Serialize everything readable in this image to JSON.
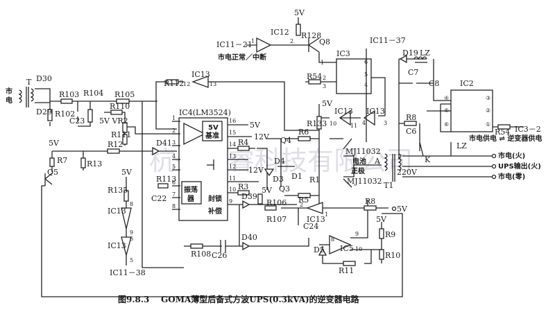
{
  "figure": {
    "number": "图9.8.3",
    "caption": "GOMA薄型后备式方波UPS(0.3kVA)的逆变器电路",
    "watermark": "杭州将睿科技有限公司"
  },
  "labels": {
    "mains": [
      "市",
      "电"
    ],
    "T": "T",
    "D30": "D30",
    "D29": "D29",
    "R103": "R103",
    "R102": "R102",
    "C23": "C23",
    "R104": "R104",
    "R105": "R105",
    "R110": "R110",
    "VR2": "5V VR2",
    "R111": "R111",
    "R112": "R112",
    "IC13_top": "IC13",
    "pin12": "12",
    "pin13": "13",
    "IC4": "IC4(LM3524)",
    "ref5v_a": "5V",
    "ref5v_b": "基准",
    "p16": "16",
    "out5v": "5V",
    "p15": "15",
    "in12v": "12V",
    "p1": "1",
    "p2": "2",
    "p3": "3",
    "p4": "4",
    "p5": "5",
    "p6": "6",
    "p7": "7",
    "p8": "8",
    "p14": "14",
    "p13": "13",
    "p12": "12",
    "p11": "11",
    "p10": "10",
    "p9": "9",
    "in12v_b": "12V",
    "osc_a": "振荡",
    "osc_b": "器",
    "lock_a": "封锁",
    "lock_b": "补偿",
    "R4": "R4",
    "R3": "R3",
    "R113": "R113",
    "C22": "C22",
    "v5_q5": "5V",
    "R7": "R7",
    "Q5": "Q5",
    "R13": "R13",
    "R12": "R12",
    "D41": "D41",
    "v5_r135": "5V",
    "R135": "R135",
    "IC13_a": "IC13",
    "IC13_b": "IC13",
    "c8": "8",
    "c9": "9",
    "c6": "6",
    "c5": "5",
    "IC11_38": "IC11－38",
    "R108": "R108",
    "C26": "C26",
    "D40": "D40",
    "D39": "D39",
    "v5_r106": "5V",
    "R106": "R106",
    "R107": "R107",
    "C24": "C24",
    "IC13_c": "IC13",
    "d2": "2",
    "d1": "1",
    "IC11_21": "IC11－21",
    "mains_status": "市电正常／中断",
    "IC12": "IC12",
    "e1": "1",
    "e2": "2",
    "v5_top": "5V",
    "R128": "R128",
    "Q8": "Q8",
    "IC3": "IC3",
    "R54": "R54",
    "f1": "1",
    "f2": "2",
    "f3": "3",
    "f4": "4",
    "f5": "5",
    "f6": "6",
    "IC11_37": "IC11－37",
    "v5_r133": "5V",
    "R133": "R133",
    "IC13_d": "IC13",
    "IC13_e": "IC13",
    "g10": "10",
    "g11": "11",
    "g4": "4",
    "g3": "3",
    "Q4": "Q4",
    "R6": "R6",
    "Q3": "Q3",
    "R5": "R5",
    "D1": "D1",
    "R1": "R1",
    "D4": "D4",
    "D3": "D3",
    "MJ_a": "MJ11032",
    "MJ_b": "MJ11032",
    "batt_a": "电池",
    "batt_b": "正极",
    "A": "A",
    "T1": "T1",
    "v220": "220V",
    "D19": "D19",
    "LZ_a": "LZ",
    "C7": "C7",
    "C8": "C8",
    "IC2": "IC2",
    "R8_b": "R8",
    "C6": "C6",
    "K": "K",
    "o4": "④",
    "o5": "⑤",
    "o6": "⑥",
    "o3": "③",
    "o2": "②",
    "o1": "①",
    "R54_b": "R54",
    "IC3_2": "IC3－2",
    "switch": "市电供电 ⇌ 逆变器供电",
    "LZ_b": "LZ",
    "live_in": "市电(火)",
    "ups_out": "UPS输出(火)",
    "neutral": "市电(零)",
    "R8": "R8",
    "v5_r8": "5V",
    "v5_r9": "5V",
    "R9": "R9",
    "R10": "R10",
    "D5": "D5",
    "IC5": "IC5",
    "R11": "R11",
    "h8": "8",
    "h9": "9",
    "h10": "10"
  }
}
